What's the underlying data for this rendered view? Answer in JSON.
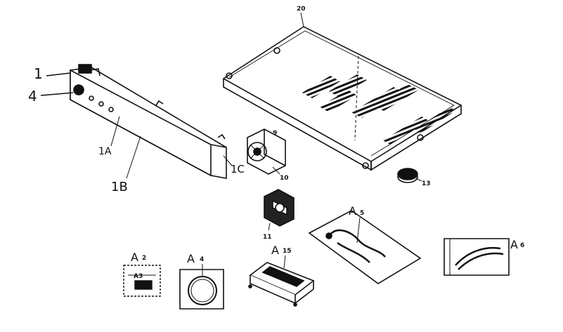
{
  "labels": {
    "l1": "1",
    "l4": "4",
    "l1A": "1A",
    "l1B": "1B",
    "l1C": "1C",
    "l9": "9",
    "l10": "10",
    "l11": "11",
    "l13": "13",
    "l20": "20",
    "lA2": "A",
    "lA2sub": "2",
    "lA3": "A3",
    "lA4": "A",
    "lA4sub": "4",
    "lA5": "A",
    "lA5sub": "5",
    "lA6": "A",
    "lA6sub": "6",
    "lA15": "A",
    "lA15sub": "15"
  }
}
